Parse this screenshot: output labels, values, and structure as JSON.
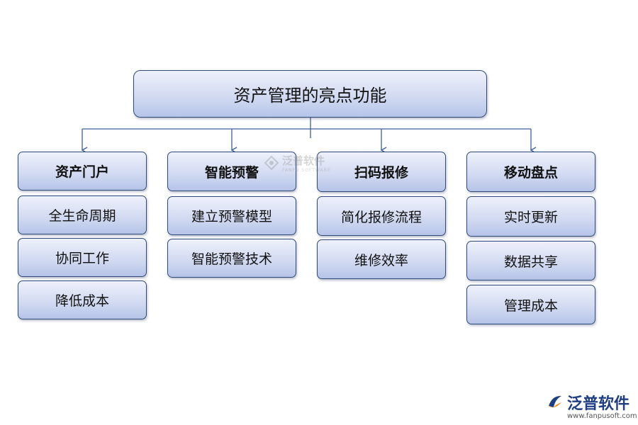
{
  "diagram": {
    "root": "资产管理的亮点功能",
    "columns": [
      {
        "head": "资产门户",
        "items": [
          "全生命周期",
          "协同工作",
          "降低成本"
        ]
      },
      {
        "head": "智能预警",
        "items": [
          "建立预警模型",
          "智能预警技术"
        ]
      },
      {
        "head": "扫码报修",
        "items": [
          "简化报修流程",
          "维修效率"
        ]
      },
      {
        "head": "移动盘点",
        "items": [
          "实时更新",
          "数据共享",
          "管理成本"
        ]
      }
    ]
  },
  "watermark": {
    "text": "泛普软件",
    "sub": "FANPU SOFTWARE"
  },
  "logo": {
    "name": "泛普软件",
    "url": "www.fanpusoft.com"
  },
  "colors": {
    "box_border": "#2e4a78",
    "connector": "#3f5f9a",
    "logo_blue": "#1f3f82",
    "logo_orange": "#f08a1c"
  }
}
